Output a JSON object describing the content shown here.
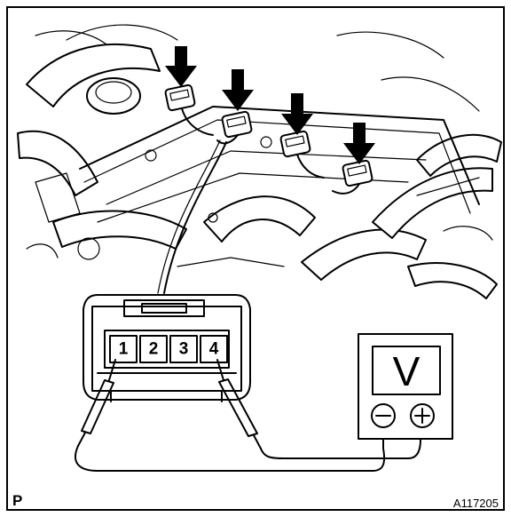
{
  "connector": {
    "pins": [
      "1",
      "2",
      "3",
      "4"
    ]
  },
  "meter": {
    "symbol": "V",
    "terminal_negative": "⊖",
    "terminal_positive": "⊕"
  },
  "corner_mark": "P",
  "figure_id": "A117205",
  "arrow_count": 4
}
